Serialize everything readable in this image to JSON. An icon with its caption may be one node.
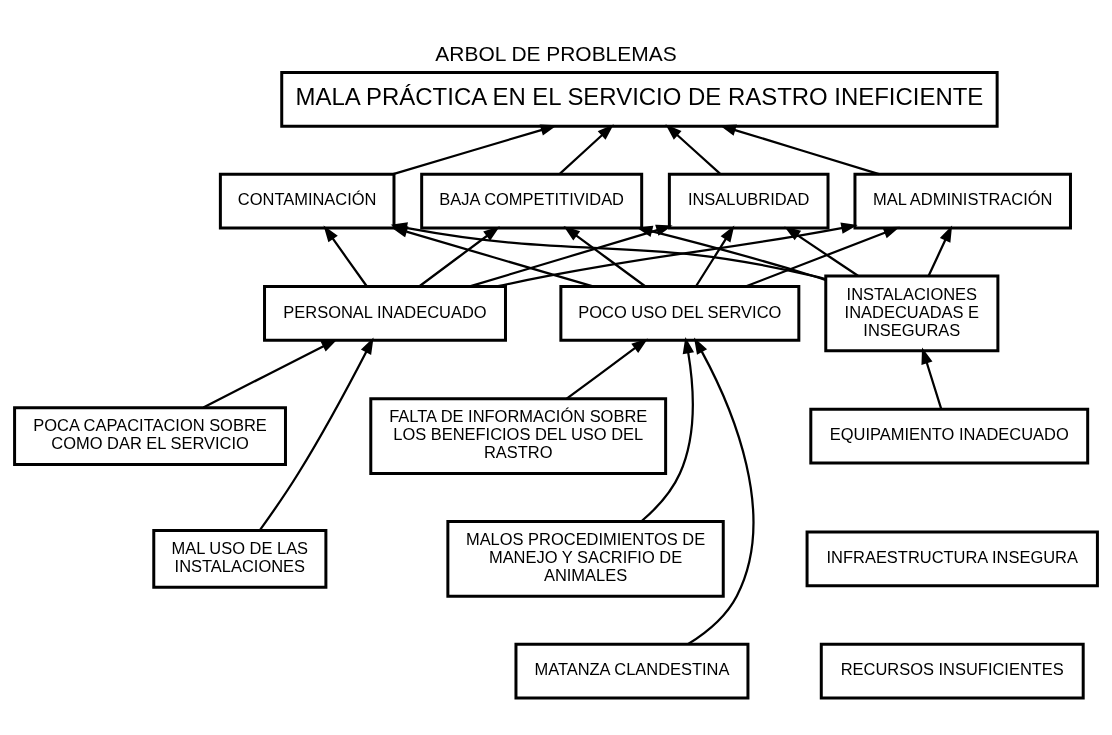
{
  "diagram": {
    "title": "ARBOL DE PROBLEMAS",
    "nodes": [
      {
        "text": [
          "MALA PRÁCTICA EN EL SERVICIO DE RASTRO INEFICIENTE"
        ]
      },
      {
        "text": [
          "INSALUBRIDAD"
        ]
      },
      {
        "text": [
          "MAL ADMINISTRACIÓN"
        ]
      },
      {
        "text": [
          "CONTAMINACIÓN"
        ]
      },
      {
        "text": [
          "BAJA COMPETITIVIDAD"
        ]
      },
      {
        "text": [
          "PERSONAL INADECUADO"
        ]
      },
      {
        "text": [
          "POCO USO DEL SERVICO"
        ]
      },
      {
        "text": [
          "INSTALACIONES INADECUADAS E INSEGURAS"
        ]
      },
      {
        "text": [
          "POCA CAPACITACION SOBRE COMO DAR EL SERVICIO"
        ]
      },
      {
        "text": [
          "MAL USO DE LAS INSTALACIONES"
        ]
      },
      {
        "text": [
          "FALTA DE INFORMACIÓN SOBRE LOS BENEFICIOS DEL USO DEL RASTRO"
        ]
      },
      {
        "text": [
          "MALOS PROCEDIMIENTOS DE MANEJO Y SACRIFIO DE ANIMALES"
        ]
      },
      {
        "text": [
          "MATANZA CLANDESTINA"
        ]
      },
      {
        "text": [
          "EQUIPAMIENTO INADECUADO"
        ]
      },
      {
        "text": [
          "INFRAESTRUCTURA INSEGURA"
        ]
      },
      {
        "text": [
          "RECURSOS INSUFICIENTES"
        ]
      }
    ],
    "edges": [
      {
        "from": 1,
        "to": 0,
        "arrow": "to"
      },
      {
        "from": 2,
        "to": 0,
        "arrow": "to"
      },
      {
        "from": 3,
        "to": 0,
        "arrow": "to"
      },
      {
        "from": 4,
        "to": 0,
        "arrow": "to"
      },
      {
        "from": 5,
        "to": 1,
        "arrow": "to"
      },
      {
        "from": 5,
        "to": 2,
        "arrow": "to"
      },
      {
        "from": 5,
        "to": 3,
        "arrow": "to"
      },
      {
        "from": 5,
        "to": 4,
        "arrow": "to"
      },
      {
        "from": 6,
        "to": 1,
        "arrow": "to"
      },
      {
        "from": 6,
        "to": 2,
        "arrow": "to"
      },
      {
        "from": 6,
        "to": 3,
        "arrow": "to"
      },
      {
        "from": 6,
        "to": 4,
        "arrow": "to"
      },
      {
        "from": 7,
        "to": 1,
        "arrow": "to"
      },
      {
        "from": 7,
        "to": 2,
        "arrow": "to"
      },
      {
        "from": 7,
        "to": 3,
        "arrow": "to"
      },
      {
        "from": 7,
        "to": 4,
        "arrow": "to"
      },
      {
        "from": 8,
        "to": 5,
        "arrow": "to"
      },
      {
        "from": 9,
        "to": 5,
        "arrow": "to"
      },
      {
        "from": 10,
        "to": 6,
        "arrow": "to"
      },
      {
        "from": 11,
        "to": 6,
        "arrow": "to"
      },
      {
        "from": 12,
        "to": 6,
        "arrow": "to"
      },
      {
        "from": 13,
        "to": 7,
        "arrow": "to"
      }
    ]
  }
}
